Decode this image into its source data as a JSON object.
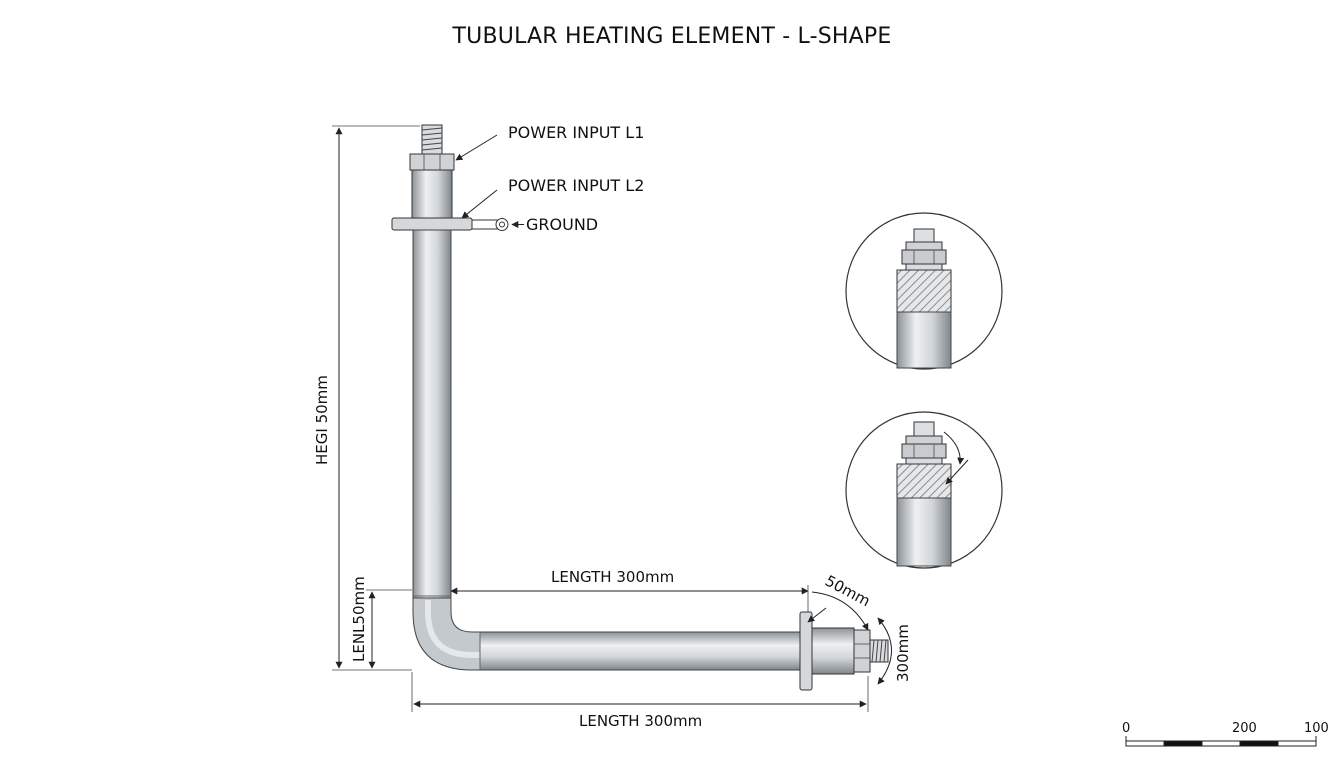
{
  "title": "TUBULAR HEATING ELEMENT - L-SHAPE",
  "callouts": {
    "power_input_l1": "POWER INPUT L1",
    "power_input_l2": "POWER INPUT L2",
    "ground": "GROUND"
  },
  "dimensions": {
    "height": "HEGI 50mm",
    "length_inner": "LENGTH 300mm",
    "length_overall": "LENGTH 300mm",
    "bend_height": "LENL50mm",
    "end_angle": "50mm",
    "end_diameter": "300mm"
  },
  "scale_bar": {
    "labels": [
      "0",
      "200",
      "100"
    ]
  },
  "colors": {
    "tube_light": "#e9ecee",
    "tube_dark": "#8e9499",
    "line": "#222222",
    "detail_circle": "#333333"
  }
}
